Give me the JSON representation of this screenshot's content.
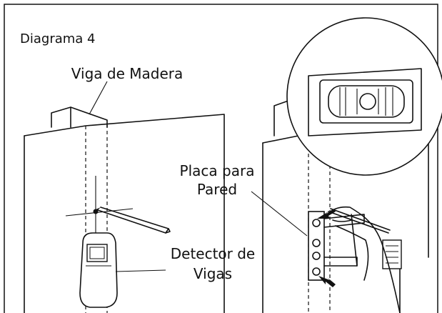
{
  "diagram": {
    "title": "Diagrama 4",
    "labels": {
      "wood_beam": "Viga de Madera",
      "wall_plate_line1": "Placa para",
      "wall_plate_line2": "Pared",
      "stud_finder_line1": "Detector de",
      "stud_finder_line2": "Vigas"
    }
  }
}
